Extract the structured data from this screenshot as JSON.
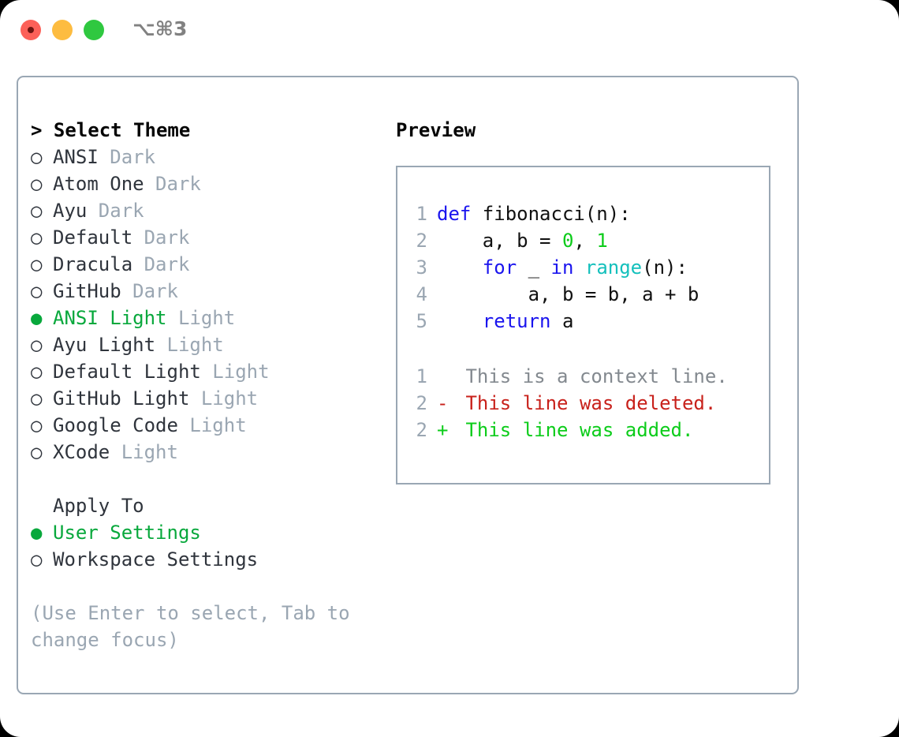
{
  "window": {
    "shortcut_label": "⌥⌘3",
    "traffic_lights": [
      "close",
      "minimize",
      "maximize"
    ]
  },
  "theme_panel": {
    "header": "Select Theme",
    "header_prefix": "> ",
    "selected_bullet": "●",
    "unselected_bullet": "○",
    "items": [
      {
        "name": "ANSI",
        "category": "Dark",
        "selected": false
      },
      {
        "name": "Atom One",
        "category": "Dark",
        "selected": false
      },
      {
        "name": "Ayu",
        "category": "Dark",
        "selected": false
      },
      {
        "name": "Default",
        "category": "Dark",
        "selected": false
      },
      {
        "name": "Dracula",
        "category": "Dark",
        "selected": false
      },
      {
        "name": "GitHub",
        "category": "Dark",
        "selected": false
      },
      {
        "name": "ANSI Light",
        "category": "Light",
        "selected": true
      },
      {
        "name": "Ayu Light",
        "category": "Light",
        "selected": false
      },
      {
        "name": "Default Light",
        "category": "Light",
        "selected": false
      },
      {
        "name": "GitHub Light",
        "category": "Light",
        "selected": false
      },
      {
        "name": "Google Code",
        "category": "Light",
        "selected": false
      },
      {
        "name": "XCode",
        "category": "Light",
        "selected": false
      }
    ]
  },
  "apply_to": {
    "label": "Apply To",
    "options": [
      {
        "name": "User Settings",
        "selected": true
      },
      {
        "name": "Workspace Settings",
        "selected": false
      }
    ]
  },
  "hint": "(Use Enter to select, Tab to change focus)",
  "preview": {
    "header": "Preview",
    "code_lines": [
      {
        "no": "1",
        "tokens": [
          {
            "t": "def",
            "c": "kw"
          },
          {
            "t": " fibonacci(n):",
            "c": "plain"
          }
        ]
      },
      {
        "no": "2",
        "tokens": [
          {
            "t": "    a, b = ",
            "c": "plain"
          },
          {
            "t": "0",
            "c": "num"
          },
          {
            "t": ", ",
            "c": "plain"
          },
          {
            "t": "1",
            "c": "num"
          }
        ]
      },
      {
        "no": "3",
        "tokens": [
          {
            "t": "    ",
            "c": "plain"
          },
          {
            "t": "for",
            "c": "kw"
          },
          {
            "t": " _ ",
            "c": "plain"
          },
          {
            "t": "in",
            "c": "kw"
          },
          {
            "t": " ",
            "c": "plain"
          },
          {
            "t": "range",
            "c": "fn"
          },
          {
            "t": "(n):",
            "c": "plain"
          }
        ]
      },
      {
        "no": "4",
        "tokens": [
          {
            "t": "        a, b = b, a + b",
            "c": "plain"
          }
        ]
      },
      {
        "no": "5",
        "tokens": [
          {
            "t": "    ",
            "c": "plain"
          },
          {
            "t": "return",
            "c": "kw"
          },
          {
            "t": " a",
            "c": "plain"
          }
        ]
      }
    ],
    "diff_lines": [
      {
        "no": "1",
        "marker": " ",
        "text": "This is a context line.",
        "kind": "ctx"
      },
      {
        "no": "2",
        "marker": "-",
        "text": "This line was deleted.",
        "kind": "del"
      },
      {
        "no": "2",
        "marker": "+",
        "text": "This line was added.",
        "kind": "add"
      }
    ]
  },
  "colors": {
    "accent_green": "#08a83c",
    "keyword_blue": "#1a14ee",
    "function_cyan": "#14c0bc",
    "number_green": "#0ccc1a",
    "diff_red": "#c8211b",
    "diff_green": "#0ccc1a",
    "muted_gray": "#9aa6b2",
    "border_gray": "#9aa7b4",
    "text_dark": "#2f343c",
    "traffic_close": "#fc6058",
    "traffic_min": "#fdbc40",
    "traffic_max": "#2fc840"
  }
}
